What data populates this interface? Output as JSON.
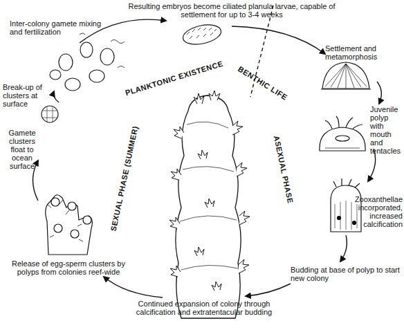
{
  "diagram": {
    "labels": [
      "Resulting embryos become ciliated planula larvae, capable of settlement for up to 3-4 weeks",
      "Inter-colony gamete mixing and fertilization",
      "Settlement and metamorphosis",
      "Juvenile polyp with mouth and tentacles",
      "Break-up of clusters at surface",
      "PLANKTONIC EXISTENCE",
      "BENTHIC LIFE",
      "Zooxanthellae incorporated, increased calcification",
      "Gamete clusters float to ocean surface",
      "SEXUAL PHASE (SUMMER)",
      "ASEXUAL PHASE",
      "Budding at base of polyp to start new colony",
      "Release of egg-sperm clusters by polyps from colonies reef-wide",
      "Continued expansion of colony through calcification and extratentacular budding"
    ]
  }
}
